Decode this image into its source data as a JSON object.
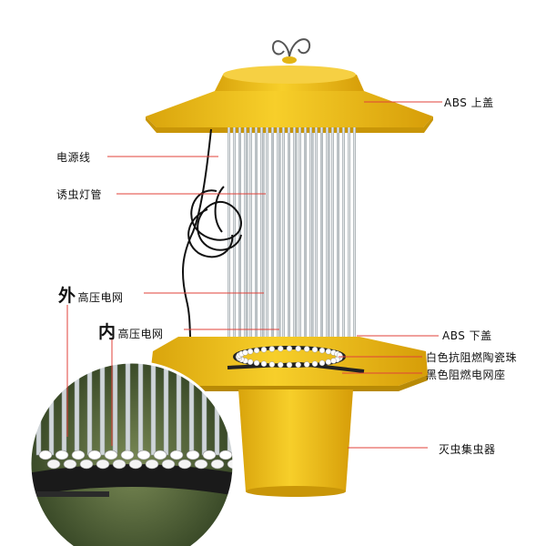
{
  "product": {
    "colors": {
      "housing": "#f2c21b",
      "housing_shadow": "#d9a40c",
      "ring": "#222222",
      "leader": "#e0413a",
      "tube": "#d8dde0"
    }
  },
  "callouts": {
    "top_cover": "ABS 上盖",
    "power_cord": "电源线",
    "lure_tube": "诱虫灯管",
    "outer_grid_prefix": "外",
    "outer_grid": "高压电网",
    "inner_grid_prefix": "内",
    "inner_grid": "高压电网",
    "bottom_cover": "ABS 下盖",
    "ceramic_beads": "白色抗阻燃陶瓷珠",
    "grid_base": "黑色阻燃电网座",
    "collector": "灭虫集虫器"
  }
}
